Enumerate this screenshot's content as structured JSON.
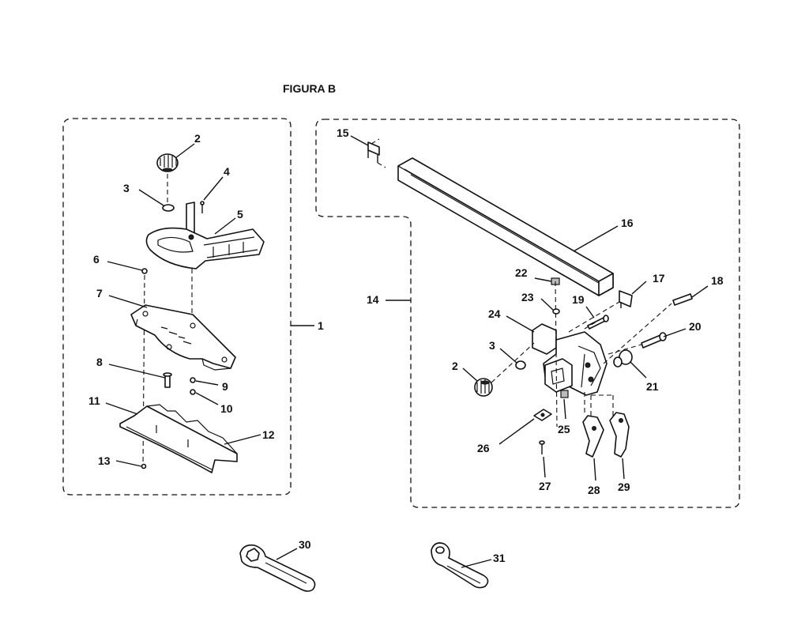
{
  "figure": {
    "title": "FIGURA B"
  },
  "callouts": {
    "c1": "1",
    "c2a": "2",
    "c3a": "3",
    "c4": "4",
    "c5": "5",
    "c6": "6",
    "c7": "7",
    "c8": "8",
    "c9": "9",
    "c10": "10",
    "c11": "11",
    "c12": "12",
    "c13": "13",
    "c14": "14",
    "c15": "15",
    "c16": "16",
    "c17": "17",
    "c18": "18",
    "c19": "19",
    "c20": "20",
    "c21": "21",
    "c22": "22",
    "c23": "23",
    "c24": "24",
    "c2b": "2",
    "c3b": "3",
    "c25": "25",
    "c26": "26",
    "c27": "27",
    "c28": "28",
    "c29": "29",
    "c30": "30",
    "c31": "31"
  }
}
